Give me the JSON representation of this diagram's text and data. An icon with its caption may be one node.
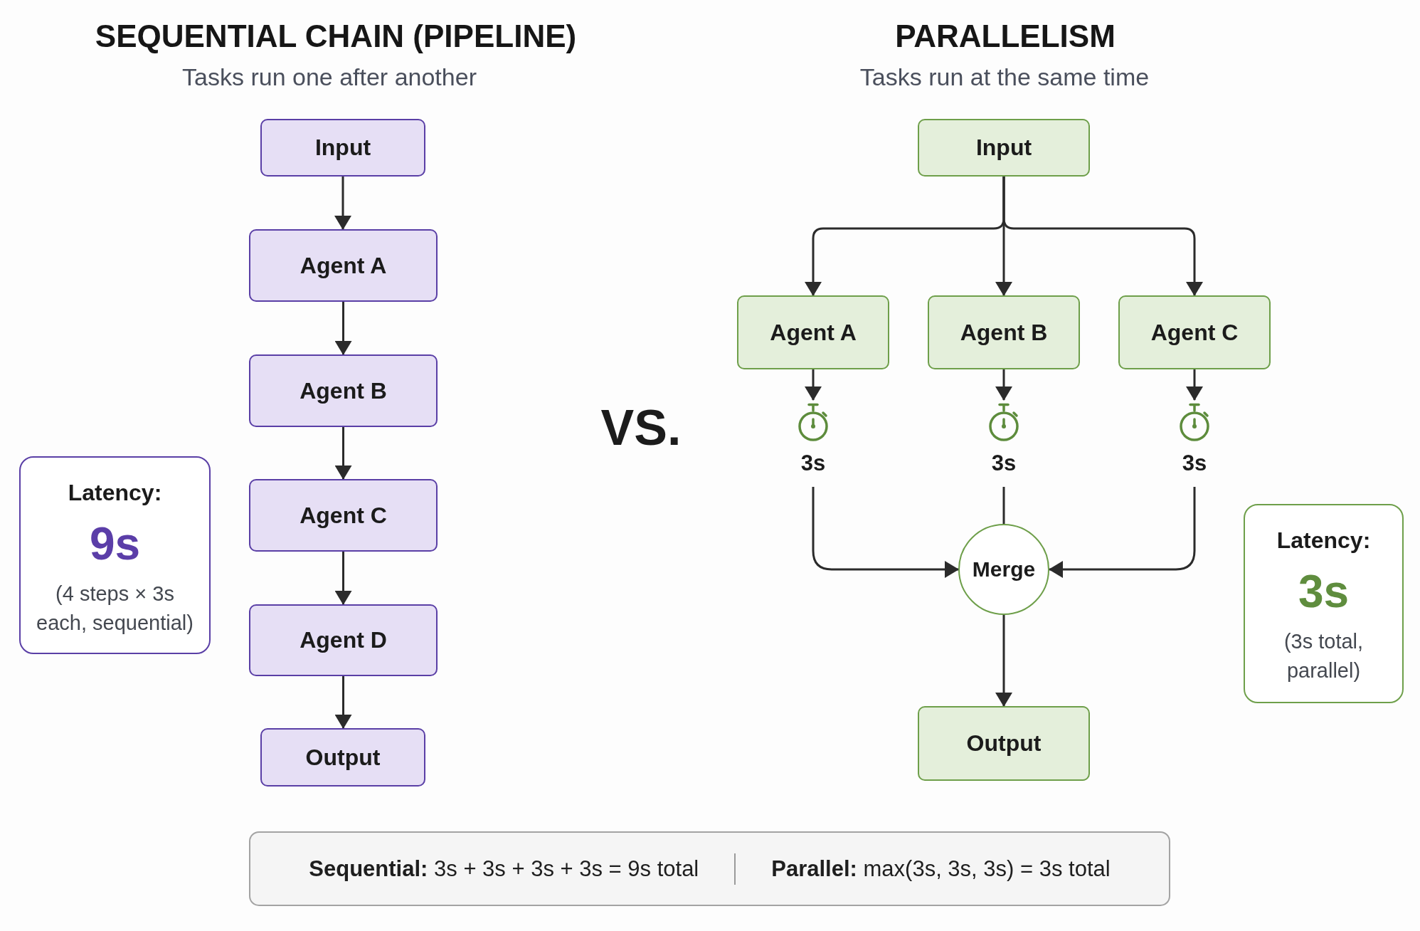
{
  "diagram": {
    "nodes": [
      {
        "text": [
          "Input"
        ]
      },
      {
        "text": [
          "Agent A"
        ]
      },
      {
        "text": [
          "Agent B"
        ]
      },
      {
        "text": [
          "Agent C"
        ]
      },
      {
        "text": [
          "Agent D"
        ]
      },
      {
        "text": [
          "Output"
        ]
      },
      {
        "text": [
          "Latency:",
          "9s",
          "(4 steps × 3s each, sequential)"
        ]
      },
      {
        "text": [
          "Input"
        ]
      },
      {
        "text": [
          "Agent A"
        ]
      },
      {
        "text": [
          "Agent B"
        ]
      },
      {
        "text": [
          "Agent C"
        ]
      },
      {
        "text": [
          "3s"
        ]
      },
      {
        "text": [
          "3s"
        ]
      },
      {
        "text": [
          "3s"
        ]
      },
      {
        "text": [
          "Merge"
        ]
      },
      {
        "text": [
          "Output"
        ]
      },
      {
        "text": [
          "Latency:",
          "3s",
          "(3s total, parallel)"
        ]
      },
      {
        "text": [
          "**Sequential:** 3s + 3s + 3s + 3s = 9s total",
          "**Parallel:** max(3s, 3s, 3s) = 3s total"
        ]
      }
    ],
    "edges": [
      {
        "from": 0,
        "to": 1,
        "arrow": "to"
      },
      {
        "from": 1,
        "to": 2,
        "arrow": "to"
      },
      {
        "from": 2,
        "to": 3,
        "arrow": "to"
      },
      {
        "from": 3,
        "to": 4,
        "arrow": "to"
      },
      {
        "from": 4,
        "to": 5,
        "arrow": "to"
      },
      {
        "from": 7,
        "to": 8,
        "arrow": "to"
      },
      {
        "from": 7,
        "to": 9,
        "arrow": "to"
      },
      {
        "from": 7,
        "to": 10,
        "arrow": "to"
      },
      {
        "from": 8,
        "to": 11,
        "arrow": "to"
      },
      {
        "from": 9,
        "to": 12,
        "arrow": "to"
      },
      {
        "from": 10,
        "to": 13,
        "arrow": "to"
      },
      {
        "from": 11,
        "to": 14,
        "arrow": "to"
      },
      {
        "from": 12,
        "to": 14,
        "arrow": "none"
      },
      {
        "from": 13,
        "to": 14,
        "arrow": "to"
      },
      {
        "from": 14,
        "to": 15,
        "arrow": "to"
      }
    ],
    "labels": [
      "SEQUENTIAL CHAIN (PIPELINE)",
      "PARALLELISM",
      "Tasks run one after another",
      "Tasks run at the same time",
      "VS."
    ]
  }
}
